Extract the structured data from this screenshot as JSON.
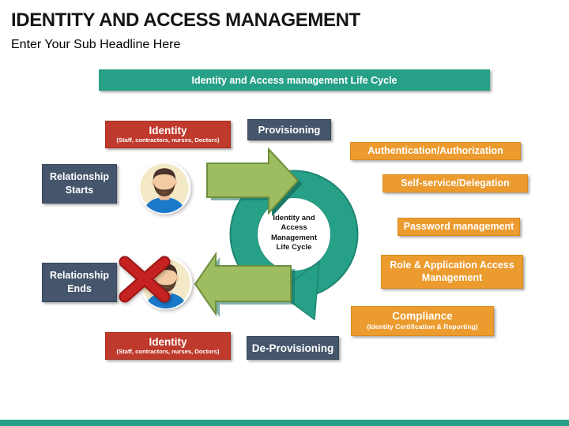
{
  "header": {
    "title": "IDENTITY AND ACCESS MANAGEMENT",
    "subtitle": "Enter Your Sub Headline Here"
  },
  "banner": {
    "label": "Identity and Access management Life Cycle"
  },
  "cycle": {
    "center_lines": [
      "Identity and",
      "Access",
      "Management",
      "Life Cycle"
    ]
  },
  "boxes": {
    "identity_top": {
      "title": "Identity",
      "subtitle": "(Staff, contractors, nurses, Doctors)"
    },
    "identity_bottom": {
      "title": "Identity",
      "subtitle": "(Staff, contractors, nurses, Doctors)"
    },
    "relationship_starts": {
      "label": "Relationship Starts"
    },
    "relationship_ends": {
      "label": "Relationship Ends"
    },
    "provisioning": {
      "label": "Provisioning"
    },
    "deprovisioning": {
      "label": "De-Provisioning"
    }
  },
  "services": [
    {
      "label": "Authentication/Authorization"
    },
    {
      "label": "Self-service/Delegation"
    },
    {
      "label": "Password management"
    },
    {
      "label": "Role & Application Access Management"
    },
    {
      "label": "Compliance",
      "subtitle": "(Identity Certification & Reporting)"
    }
  ],
  "icons": [
    "user-avatar-icon",
    "user-avatar-removed-icon",
    "red-x-icon",
    "cycle-arrows-icon",
    "green-arrow-right-icon",
    "green-arrow-left-icon"
  ],
  "colors": {
    "teal": "#27a088",
    "teal_dark": "#1d8571",
    "red_box": "#bf3a2c",
    "slate_box": "#45566c",
    "orange_box": "#ec9b2e",
    "arrow_green": "#9dbd60",
    "arrow_green_border": "#6f8e3e",
    "x_red": "#c62222",
    "avatar_bg": "#f4e9c6",
    "avatar_skin": "#f2caa3",
    "avatar_hair": "#4a332a",
    "avatar_shirt": "#1b79ca",
    "text_dark": "#151515",
    "text_light": "#ffffff"
  }
}
